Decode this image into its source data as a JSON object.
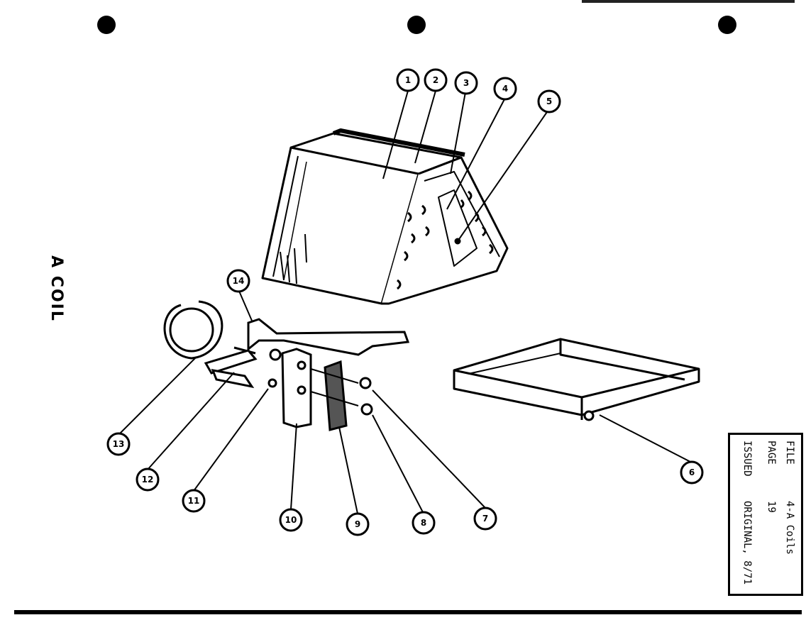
{
  "side_title": "A COIL",
  "file_box": {
    "file_label": "FILE",
    "file_value": "4-A Coils",
    "page_label": "PAGE",
    "page_value": "19",
    "issued_label": "ISSUED",
    "issued_value": "ORIGINAL, 8/71"
  },
  "callouts": [
    {
      "num": "1"
    },
    {
      "num": "2"
    },
    {
      "num": "3"
    },
    {
      "num": "4"
    },
    {
      "num": "5"
    },
    {
      "num": "6"
    },
    {
      "num": "7"
    },
    {
      "num": "8"
    },
    {
      "num": "9"
    },
    {
      "num": "10"
    },
    {
      "num": "11"
    },
    {
      "num": "12"
    },
    {
      "num": "13"
    },
    {
      "num": "14"
    }
  ]
}
